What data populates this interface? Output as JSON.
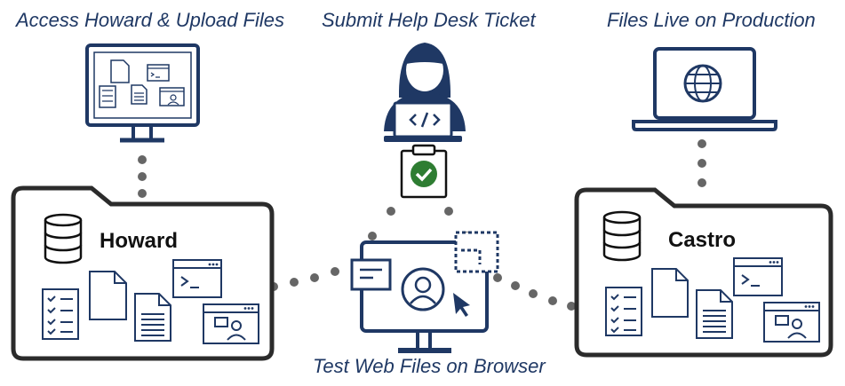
{
  "captions": {
    "access": "Access Howard & Upload Files",
    "submit": "Submit Help Desk Ticket",
    "production": "Files Live on Production",
    "test": "Test Web Files on Browser"
  },
  "folders": {
    "left": "Howard",
    "right": "Castro"
  },
  "icons": {
    "desktop": "desktop-monitor-icon",
    "developer": "developer-laptop-icon",
    "clipboard": "clipboard-check-icon",
    "laptop": "laptop-globe-icon",
    "browser": "browser-monitor-icon",
    "database": "database-icon",
    "checklist": "checklist-icon",
    "document": "document-icon",
    "terminal": "terminal-window-icon",
    "chat": "chat-window-icon"
  },
  "colors": {
    "navy": "#1f3864",
    "dots": "#666666",
    "folder_border": "#2b2b2b",
    "check_green": "#2e7d32"
  }
}
